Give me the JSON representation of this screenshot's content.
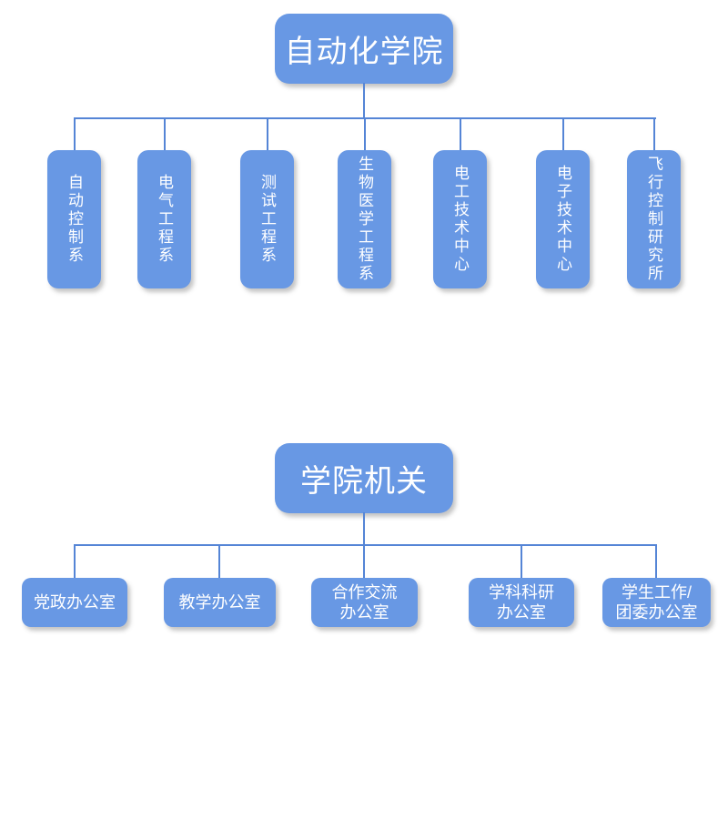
{
  "colors": {
    "box_fill": "#6898e4",
    "line": "#5585d6",
    "label": "#ffffff",
    "canvas_bg": "#ffffff"
  },
  "automation_college": {
    "root": "自动化学院",
    "children": [
      {
        "label": "自动控制系"
      },
      {
        "label": "电气工程系"
      },
      {
        "label": "测试工程系"
      },
      {
        "label": "生物医学工程系"
      },
      {
        "label": "电工技术中心"
      },
      {
        "label": "电子技术中心"
      },
      {
        "label": "飞行控制研究所"
      }
    ]
  },
  "college_offices": {
    "root": "学院机关",
    "children": [
      {
        "label": "党政办公室"
      },
      {
        "label": "教学办公室"
      },
      {
        "label": "合作交流\n办公室"
      },
      {
        "label": "学科科研\n办公室"
      },
      {
        "label": "学生工作/\n团委办公室"
      }
    ]
  }
}
